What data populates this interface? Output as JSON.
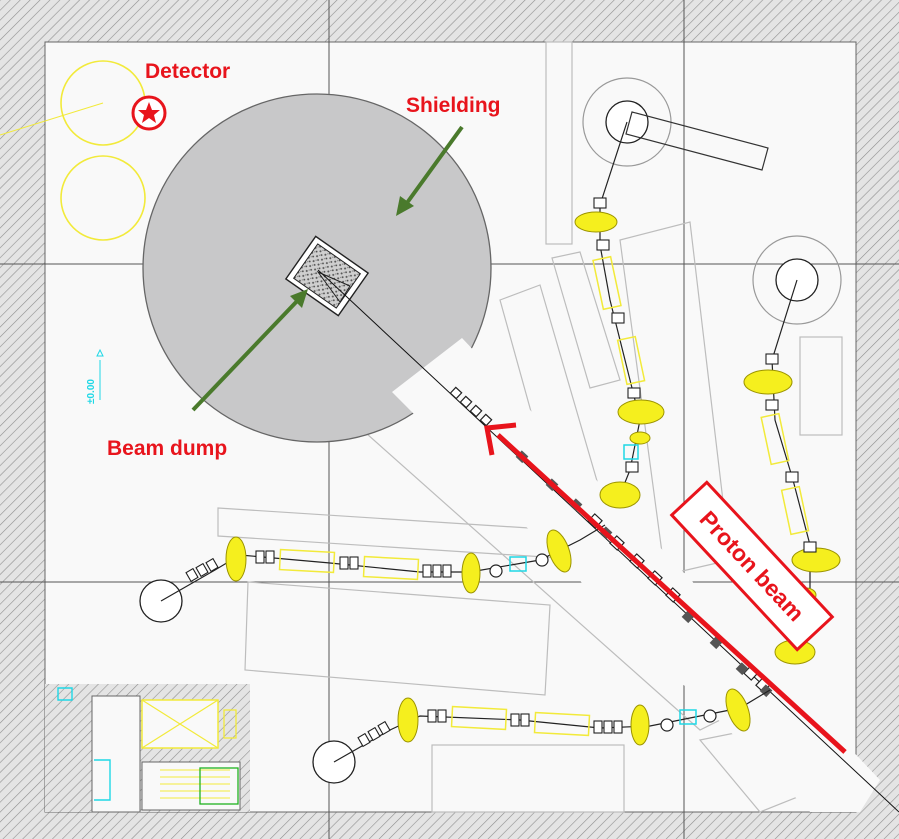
{
  "labels": {
    "detector": "Detector",
    "shielding": "Shielding",
    "beam_dump": "Beam dump",
    "proton_beam": "Proton beam",
    "elevation_mark": "±0.00"
  },
  "colors": {
    "annotation_red": "#e8141c",
    "arrow_green": "#4a7a2c",
    "shielding_fill": "#c8c8c9",
    "magnet_yellow": "#f5ef1e",
    "instrument_cyan": "#1fd8e6",
    "wall_hatch": "#9a9a9a"
  },
  "icons": {
    "detector_marker": "star-in-circle-icon"
  }
}
